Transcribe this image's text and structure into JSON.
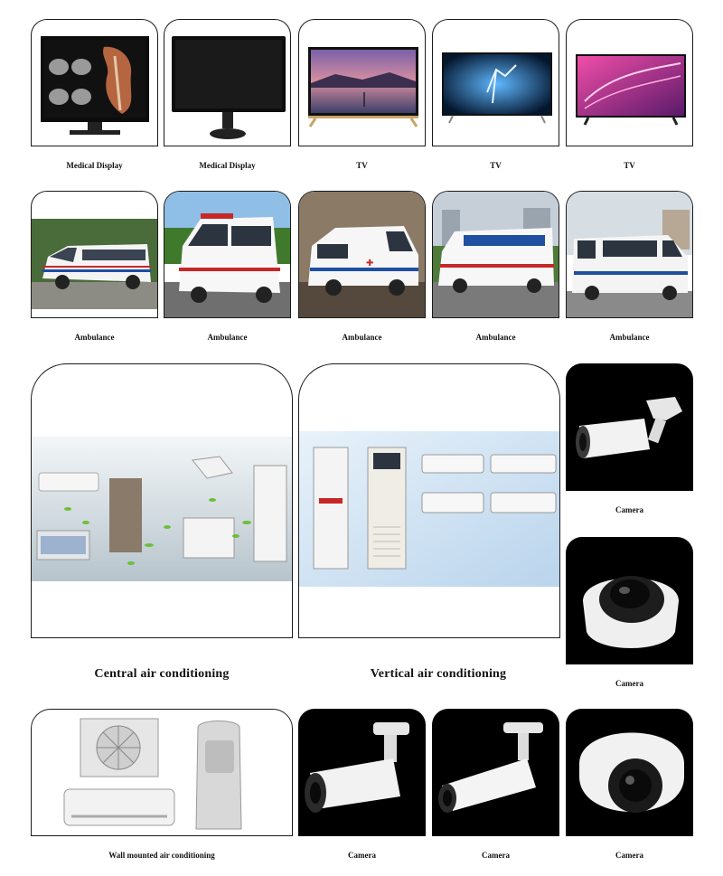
{
  "row1": {
    "captions": [
      "Medical Display",
      "Medical Display",
      "TV",
      "TV",
      "TV"
    ],
    "icons": [
      "medical-monitor-scan",
      "medical-monitor-black",
      "tv-sunset-screen",
      "tv-dancer-screen",
      "tv-pink-screen"
    ]
  },
  "row2": {
    "captions": [
      "Ambulance",
      "Ambulance",
      "Ambulance",
      "Ambulance",
      "Ambulance"
    ],
    "icons": [
      "ambulance-van",
      "ambulance-van",
      "ambulance-van",
      "ambulance-van",
      "ambulance-van"
    ]
  },
  "row3": {
    "central_caption": "Central air conditioning",
    "vertical_caption": "Vertical air conditioning",
    "camera1_caption": "Camera",
    "camera2_caption": "Camera"
  },
  "row4": {
    "wall_caption": "Wall mounted air conditioning",
    "captions": [
      "Camera",
      "Camera",
      "Camera"
    ]
  },
  "colors": {
    "border": "#1a1a1a",
    "ambulance_stripe": "#c62828",
    "ambulance_blue": "#1e4fa0"
  }
}
